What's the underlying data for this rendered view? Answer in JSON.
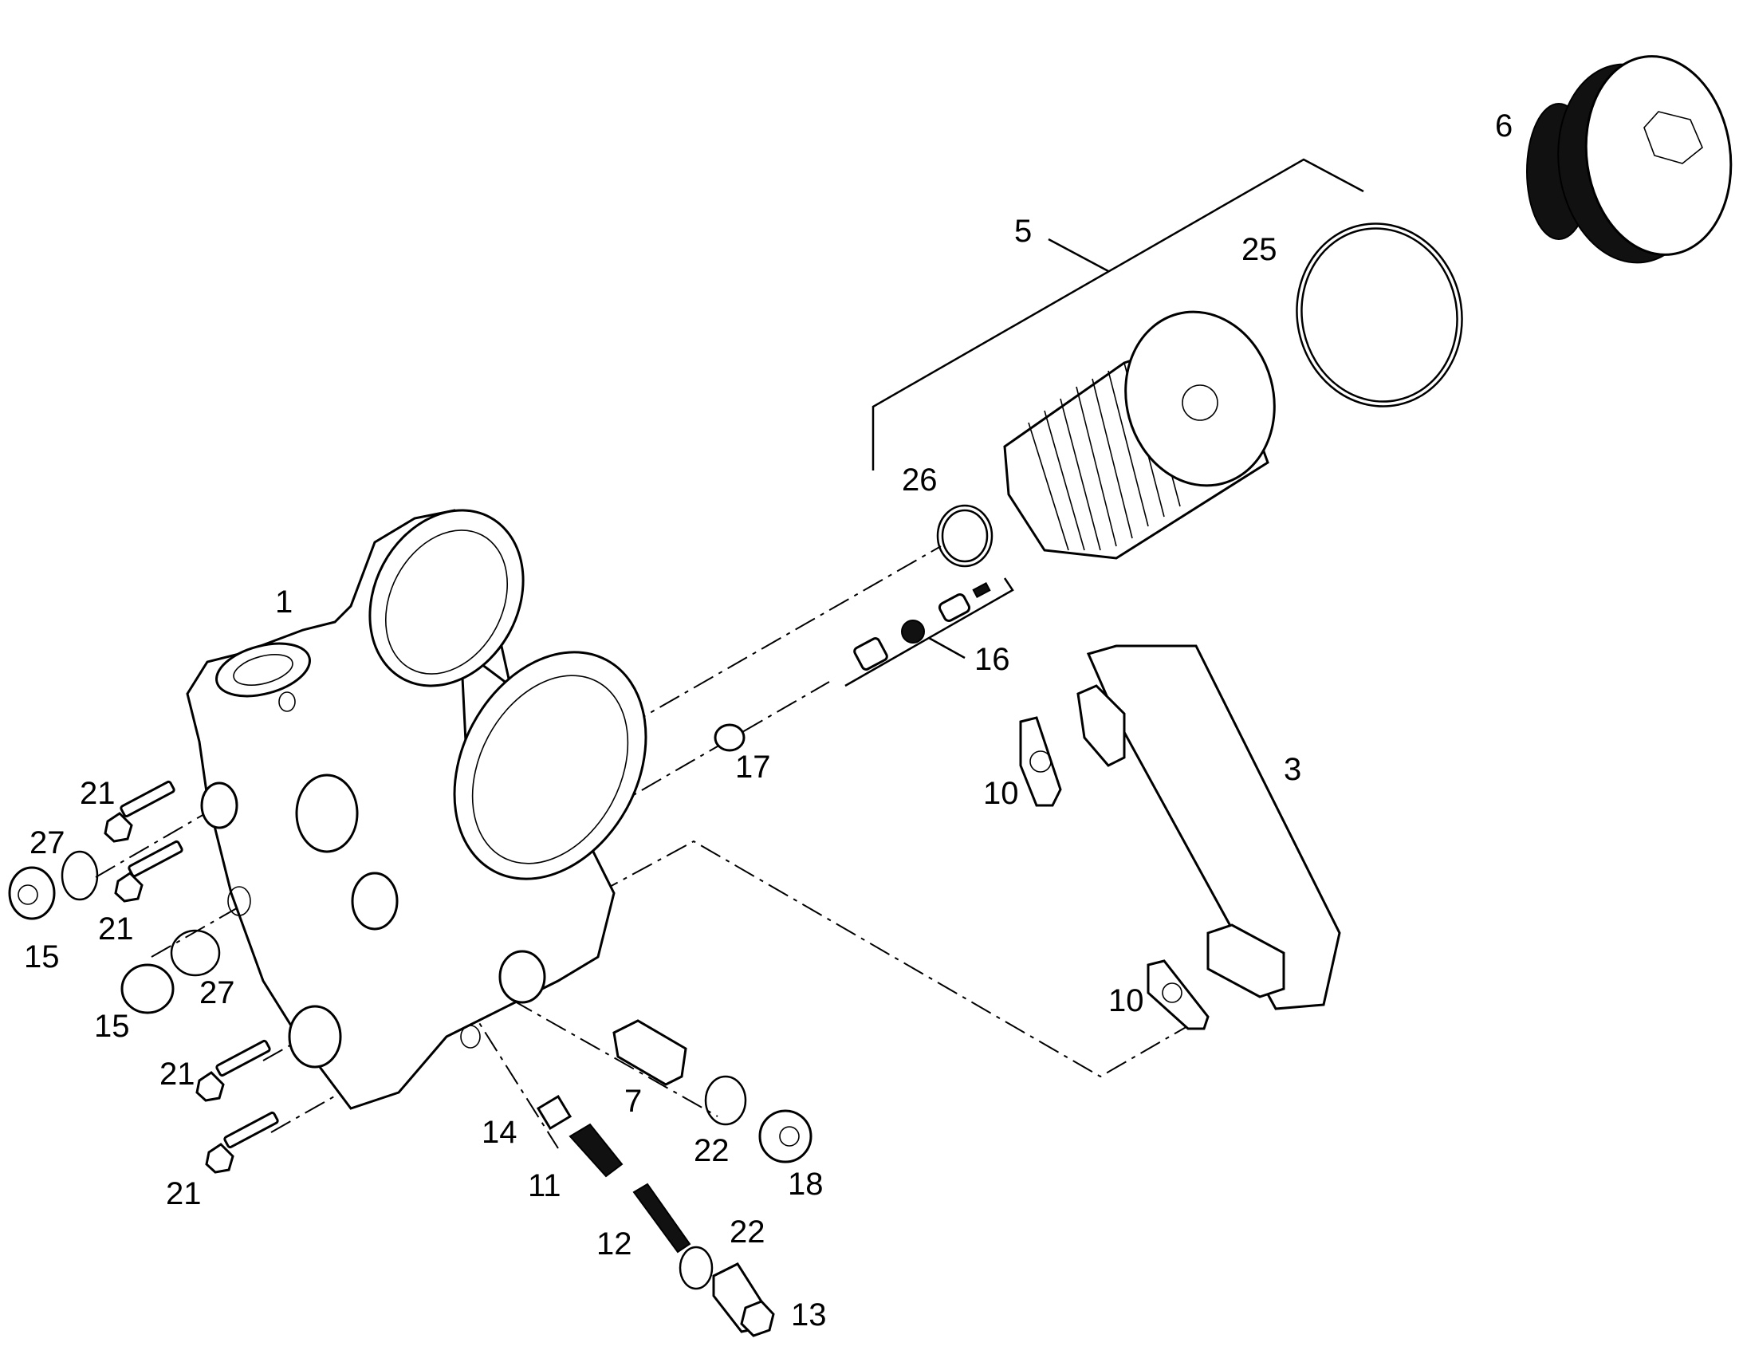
{
  "labels": {
    "p1": "1",
    "p3": "3",
    "p5": "5",
    "p6": "6",
    "p7": "7",
    "p10a": "10",
    "p10b": "10",
    "p11": "11",
    "p12": "12",
    "p13": "13",
    "p14": "14",
    "p15a": "15",
    "p15b": "15",
    "p16": "16",
    "p17": "17",
    "p18": "18",
    "p21a": "21",
    "p21b": "21",
    "p21c": "21",
    "p21d": "21",
    "p22a": "22",
    "p22b": "22",
    "p25": "25",
    "p26": "26",
    "p27a": "27",
    "p27b": "27"
  },
  "colors": {
    "ink": "#000000",
    "paper": "#ffffff"
  }
}
